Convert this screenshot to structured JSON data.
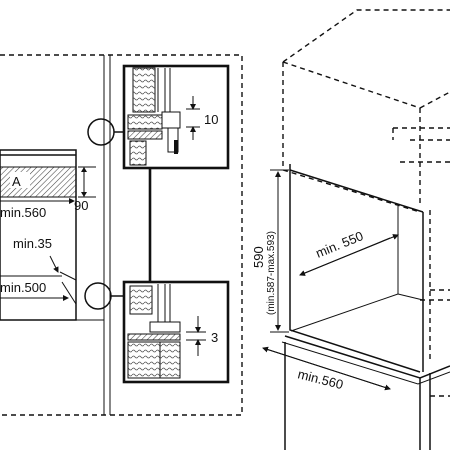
{
  "labels": {
    "detail_top_gap": "10",
    "detail_bottom_gap": "3",
    "cabinet_letter": "A",
    "dim_height": "90",
    "dim_width_left": "min.560",
    "dim_min35": "min.35",
    "dim_min500": "min.500",
    "niche_height": "590",
    "niche_height_range": "(min.587-max.593)",
    "niche_depth": "min. 550",
    "niche_width": "min.560"
  }
}
